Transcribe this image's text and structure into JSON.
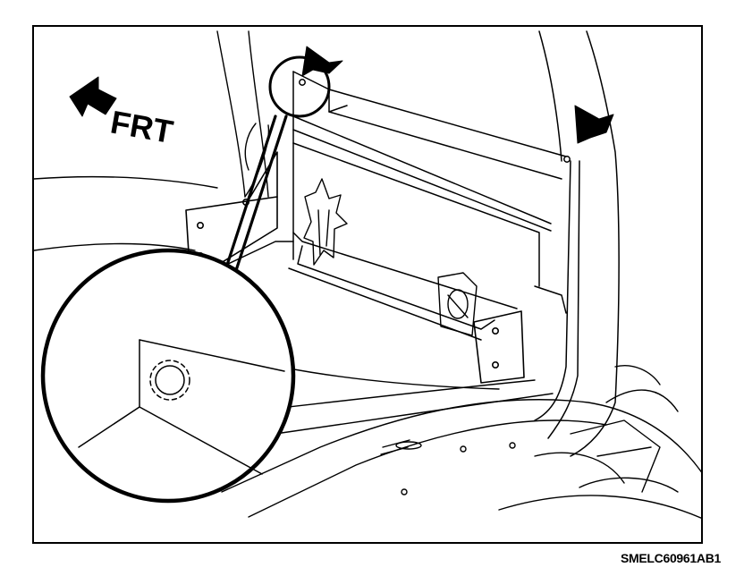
{
  "diagram": {
    "direction_label": "FRT",
    "figure_code": "SMELC60961AB1",
    "icons": {
      "front_direction": "front-direction-arrow-icon",
      "attention_arrows": [
        "attention-arrow-icon",
        "attention-arrow-icon"
      ],
      "detail_view": "magnified-detail-view"
    },
    "colors": {
      "ink": "#000000",
      "paper": "#ffffff"
    }
  }
}
